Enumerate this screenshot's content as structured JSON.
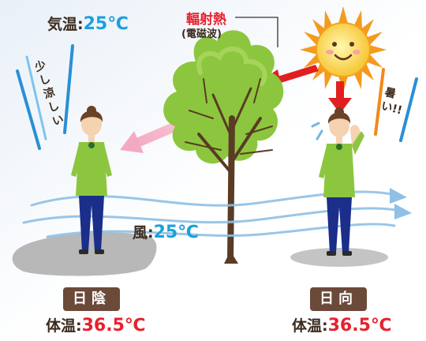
{
  "air_temp": {
    "label": "気温:",
    "value": "25℃"
  },
  "radiant_heat": {
    "label": "輻射熱",
    "sub": "(電磁波)"
  },
  "wind": {
    "label": "風:",
    "value": "25℃"
  },
  "left_exclaim": "少し涼しい",
  "right_exclaim": "暑い!!",
  "shade": {
    "badge": "日陰",
    "body_label": "体温:",
    "body_value": "36.5℃"
  },
  "sun": {
    "badge": "日向",
    "body_label": "体温:",
    "body_value": "36.5℃"
  },
  "colors": {
    "blue": "#1aa0dc",
    "red": "#e6222e",
    "brown": "#6b4a3a",
    "tree": "#8cc63f"
  }
}
